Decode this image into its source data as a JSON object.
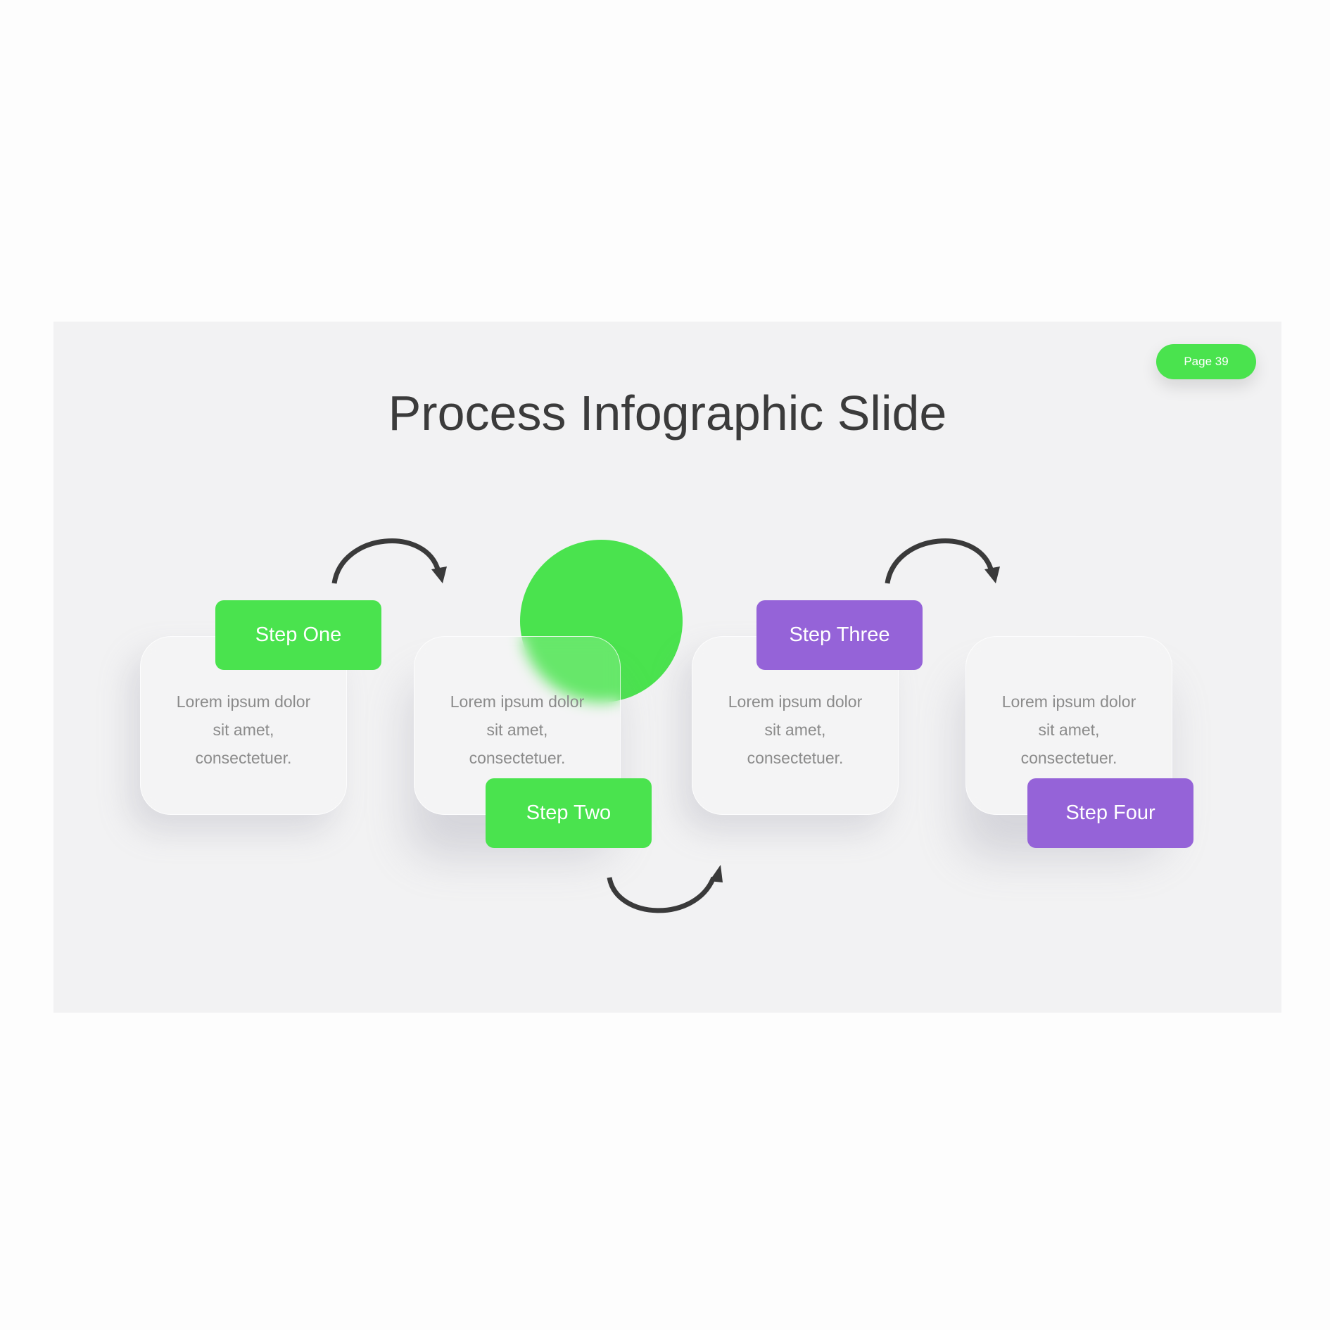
{
  "slide": {
    "title": "Process Infographic Slide",
    "page_badge": "Page 39"
  },
  "steps": [
    {
      "label": "Step One",
      "text": [
        "Lorem ipsum dolor",
        "sit amet,",
        "consectetuer."
      ],
      "color": "#4ae34e"
    },
    {
      "label": "Step Two",
      "text": [
        "Lorem ipsum dolor",
        "sit amet,",
        "consectetuer."
      ],
      "color": "#4ae34e"
    },
    {
      "label": "Step Three",
      "text": [
        "Lorem ipsum dolor",
        "sit amet,",
        "consectetuer."
      ],
      "color": "#9563d8"
    },
    {
      "label": "Step Four",
      "text": [
        "Lorem ipsum dolor",
        "sit amet,",
        "consectetuer."
      ],
      "color": "#9563d8"
    }
  ],
  "colors": {
    "accent_green": "#4ae34e",
    "accent_purple": "#9563d8",
    "arrow": "#3a3a3a",
    "slide_background": "#f2f2f3"
  },
  "icons": [
    "curved-arrow-icon"
  ]
}
